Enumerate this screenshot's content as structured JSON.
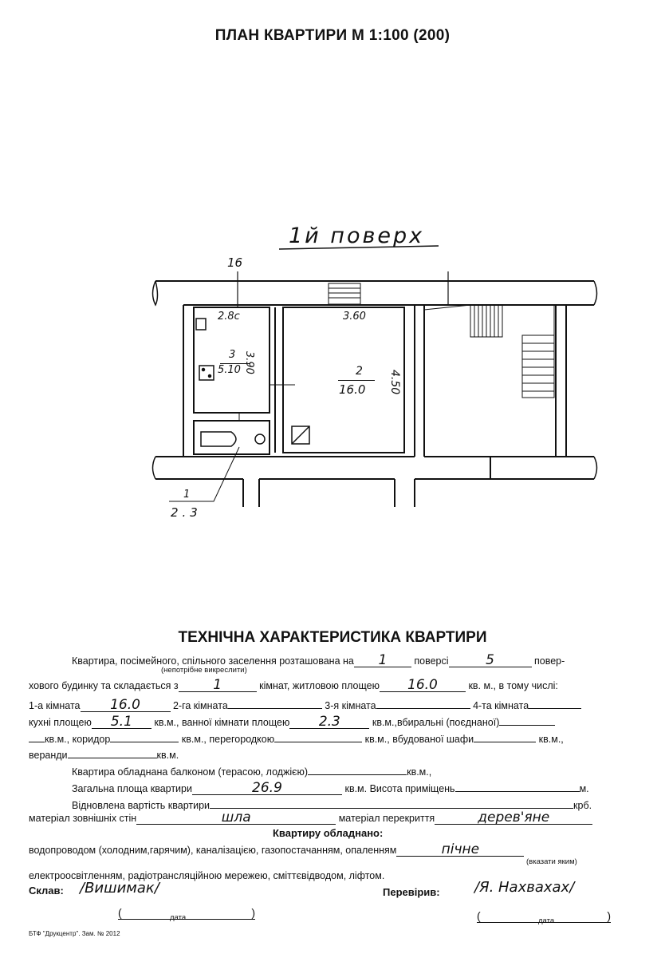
{
  "header": {
    "title": "ПЛАН КВАРТИРИ М 1:100 (200)"
  },
  "plan": {
    "floor_label": "1й поверх",
    "room_numbers": {
      "kitchen": "3",
      "living": "2",
      "bath": "1"
    },
    "dims": {
      "top_axis": "16",
      "kitchen_width": "2.8с",
      "kitchen_length": "3.90",
      "kitchen_area": "5.10",
      "living_width": "3.60",
      "living_length": "4.50",
      "living_area": "16.0",
      "bath_callout_num": "1",
      "bath_callout_area": "2.3"
    }
  },
  "tech": {
    "title": "ТЕХНІЧНА ХАРАКТЕРИСТИКА КВАРТИРИ",
    "line1_a": "Квартира, посімейного, спільного заселення розташована на",
    "floor_value": "1",
    "line1_b": "поверсі",
    "floors_total": "5",
    "line1_c": "повер-",
    "note_cross": "(непотрібне викреслити)",
    "line2_a": "хового будинку та складається з",
    "rooms_count": "1",
    "line2_b": "кімнат, житловою площею",
    "living_area": "16.0",
    "line2_c": "кв. м., в тому числі:",
    "room1_label": "1-а кімната",
    "room1_value": "16.0",
    "room2_label": "2-га кімната",
    "room3_label": "3-я кімната",
    "room4_label": "4-та кімната",
    "kitchen_label": "кухні площею",
    "kitchen_value": "5.1",
    "bath_label_a": "кв.м., ванної кімнати площею",
    "bath_value": "2.3",
    "bath_label_b": "кв.м.,вбиральні (поєднаної)",
    "line5_a": "кв.м., коридор",
    "line5_b": "кв.м., перегородкою",
    "line5_c": "кв.м., вбудованої шафи",
    "line5_d": "кв.м.,",
    "line6_a": "веранди",
    "line6_b": "кв.м.",
    "balcony_label": "Квартира обладнана балконом (терасою, лоджією)",
    "balcony_unit": "кв.м.,",
    "total_label": "Загальна площа квартири",
    "total_value": "26.9",
    "height_label": "кв.м. Висота приміщень",
    "height_unit": "м.",
    "restored_label": "Відновлена вартість квартири",
    "restored_unit": "крб.",
    "walls_label": "матеріал зовнішніх стін",
    "walls_value": "шла",
    "ceiling_label": "матеріал перекриття",
    "ceiling_value": "дерев'яне",
    "equipped_title": "Квартиру обладнано:",
    "equipped_line1": "водопроводом (холодним,гарячим), каналізацією, газопостачанням, опаленням",
    "heating_value": "пічне",
    "specify_note": "(вказати яким)",
    "equipped_line2": "електроосвітленням, радіотрансляційною мережею, сміттєвідводом, ліфтом.",
    "composed_label": "Склав:",
    "composed_sign": "/Вишимак/",
    "checked_label": "Перевірив:",
    "checked_sign": "/Я. Нахвахах/",
    "date_label": "дата",
    "footer": "БТФ \"Друкцентр\". Зам. № 2012"
  }
}
